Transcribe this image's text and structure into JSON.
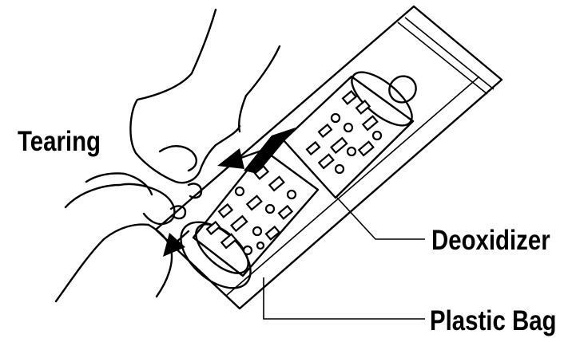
{
  "labels": {
    "tearing": "Tearing",
    "deoxidizer": "Deoxidizer",
    "plastic_bag": "Plastic Bag"
  },
  "colors": {
    "ink": "#000000",
    "background": "#ffffff"
  },
  "icons": {
    "tear_arrows": "arrow-icon",
    "hands": "hand-illustration"
  }
}
